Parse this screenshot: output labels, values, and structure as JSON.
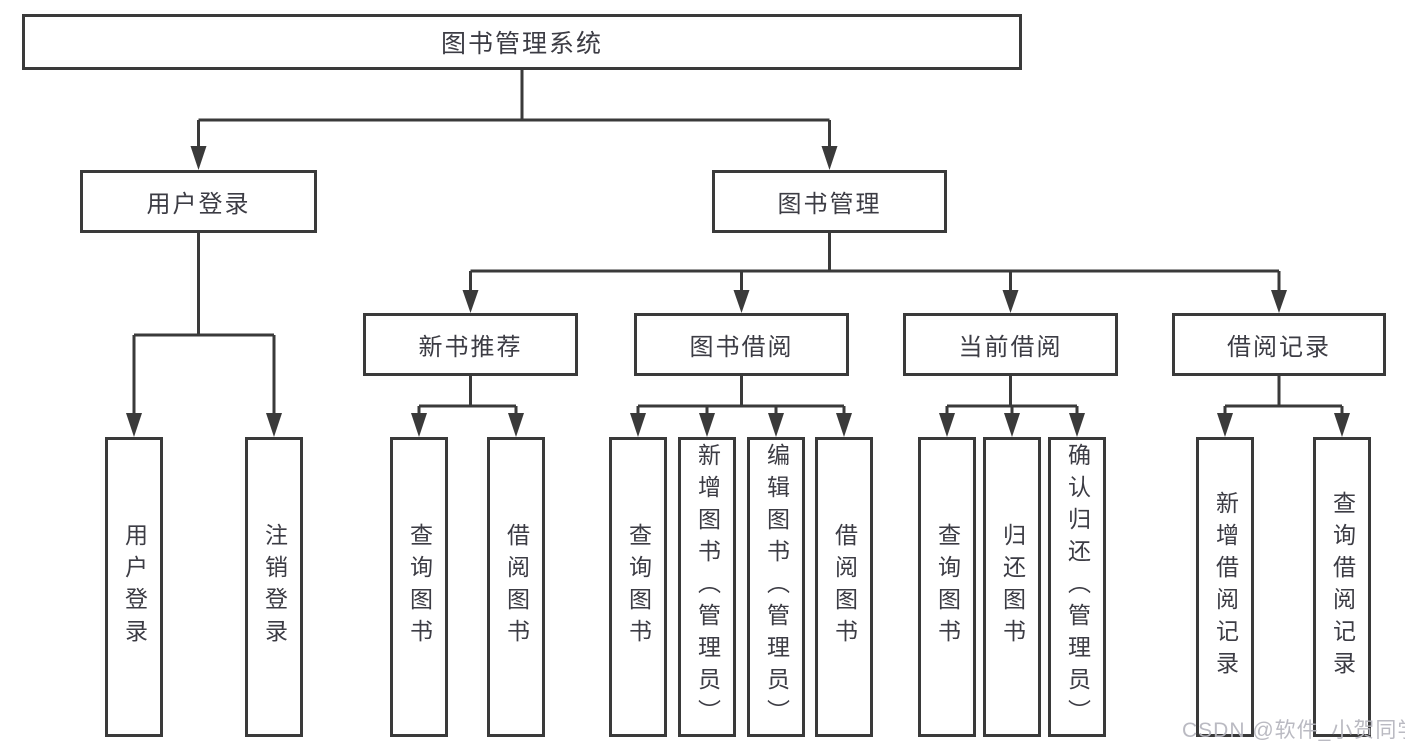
{
  "diagram": {
    "root": {
      "label": "图书管理系统"
    },
    "branches": [
      {
        "label": "用户登录",
        "children": [
          {
            "label": "用户登录"
          },
          {
            "label": "注销登录"
          }
        ]
      },
      {
        "label": "图书管理",
        "children": [
          {
            "label": "新书推荐",
            "children": [
              {
                "label": "查询图书"
              },
              {
                "label": "借阅图书"
              }
            ]
          },
          {
            "label": "图书借阅",
            "children": [
              {
                "label": "查询图书"
              },
              {
                "label": "新增图书（管理员）"
              },
              {
                "label": "编辑图书（管理员）"
              },
              {
                "label": "借阅图书"
              }
            ]
          },
          {
            "label": "当前借阅",
            "children": [
              {
                "label": "查询图书"
              },
              {
                "label": "归还图书"
              },
              {
                "label": "确认归还（管理员）"
              }
            ]
          },
          {
            "label": "借阅记录",
            "children": [
              {
                "label": "新增借阅记录"
              },
              {
                "label": "查询借阅记录"
              }
            ]
          }
        ]
      }
    ],
    "colors": {
      "line": "#3a3a3a",
      "box_border": "#3a3a3a",
      "text": "#3c3c44",
      "background": "#ffffff"
    }
  },
  "watermark": {
    "text": "CSDN @软件_小贺同学",
    "color": "#b7b7bf"
  }
}
